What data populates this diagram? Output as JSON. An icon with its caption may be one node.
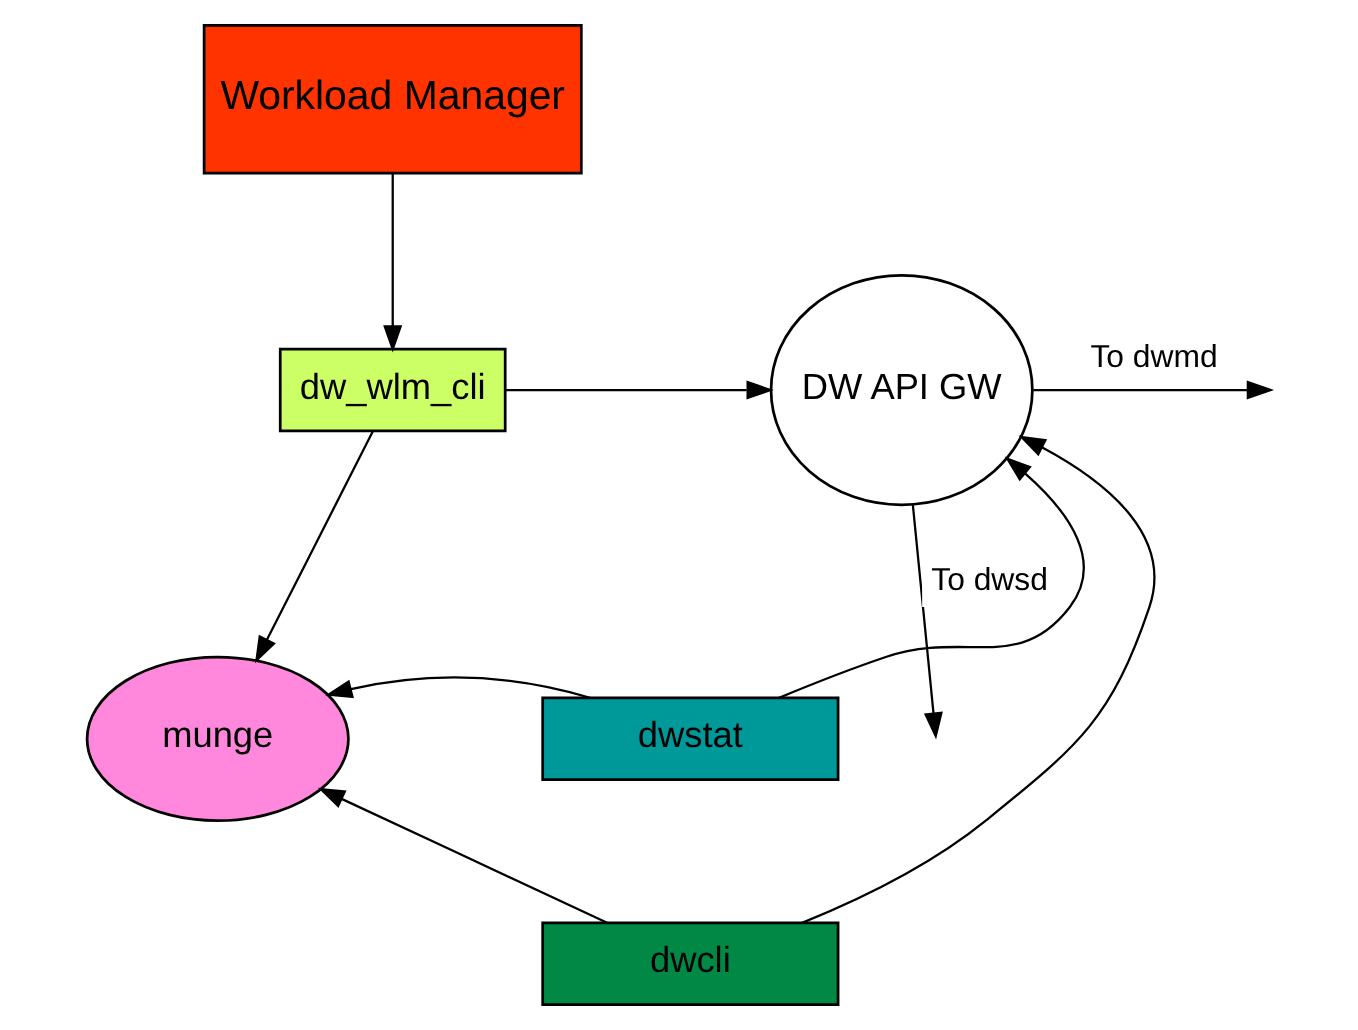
{
  "diagram": {
    "nodes": [
      {
        "text": [
          "Workload Manager"
        ]
      },
      {
        "text": [
          "dw_wlm_cli"
        ]
      },
      {
        "text": [
          "DW API GW"
        ]
      },
      {
        "text": [
          "munge"
        ]
      },
      {
        "text": [
          "dwstat"
        ]
      },
      {
        "text": [
          "dwcli"
        ]
      }
    ],
    "edges": [
      {
        "from": 0,
        "to": 1,
        "arrow": "to"
      },
      {
        "from": 1,
        "to": 2,
        "arrow": "to"
      },
      {
        "from": 1,
        "to": 3,
        "arrow": "to"
      },
      {
        "from": 2,
        "to": null,
        "label": "To dwmd",
        "arrow": "to"
      },
      {
        "from": 2,
        "to": null,
        "label": "To dwsd",
        "arrow": "to"
      },
      {
        "from": 4,
        "to": 3,
        "arrow": "to"
      },
      {
        "from": 4,
        "to": 2,
        "arrow": "to"
      },
      {
        "from": 5,
        "to": 3,
        "arrow": "to"
      },
      {
        "from": 5,
        "to": 2,
        "arrow": "to"
      }
    ]
  }
}
